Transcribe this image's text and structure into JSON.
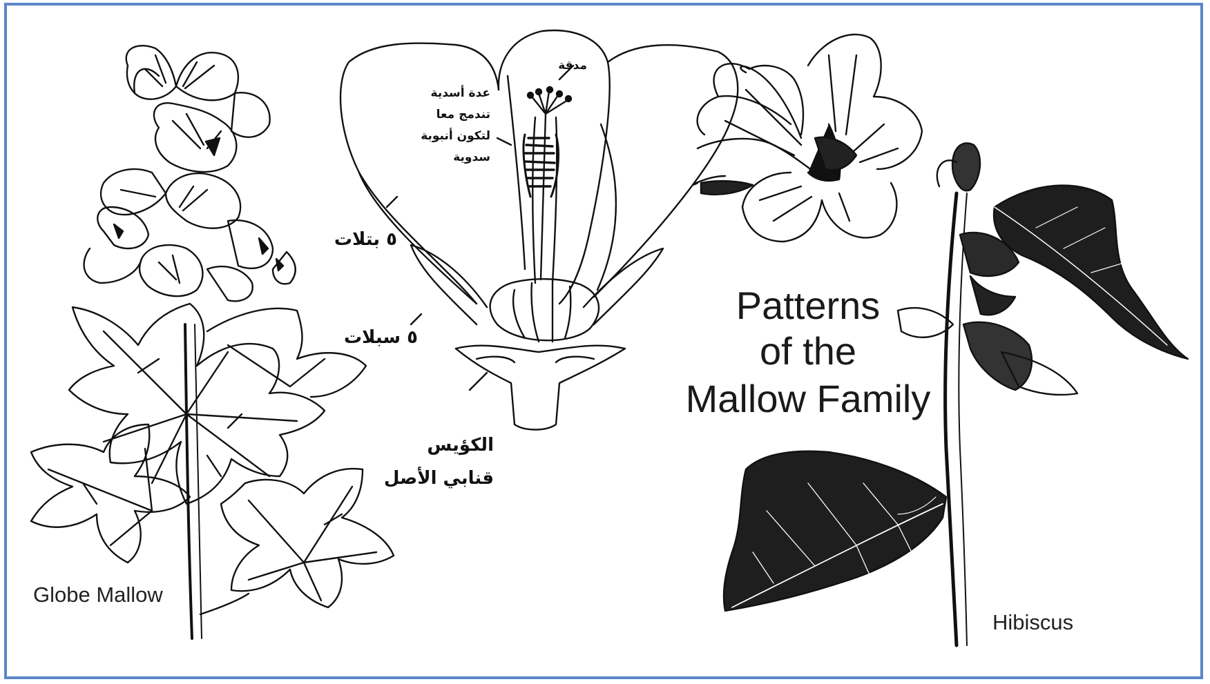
{
  "frame": {
    "border_color": "#5b86c8"
  },
  "title": {
    "line1": "Patterns",
    "line2": "of the",
    "line3": "Mallow Family"
  },
  "captions": {
    "left_plant": "Globe Mallow",
    "right_plant": "Hibiscus"
  },
  "labels": {
    "stigma": "مدقة",
    "stamens_line1": "عدة أسدية",
    "stamens_line2": "تندمج معا",
    "stamens_line3": "لتكون أنبوبة",
    "stamens_line4": "سدوية",
    "petals": "٥ بتلات",
    "sepals": "٥ سبلات",
    "calyx_line1": "الكؤيس",
    "calyx_line2": "قنابي الأصل"
  },
  "icons": [
    "globe-mallow-drawing",
    "flower-section-drawing",
    "hibiscus-drawing"
  ]
}
